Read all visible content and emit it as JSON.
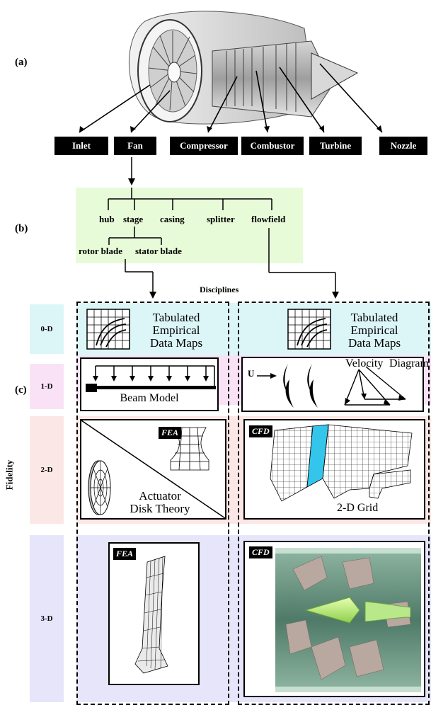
{
  "panels": {
    "a": "(a)",
    "b": "(b)",
    "c": "(c)"
  },
  "components": [
    "Inlet",
    "Fan",
    "Compressor",
    "Combustor",
    "Turbine",
    "Nozzle"
  ],
  "fan_tree": {
    "level1": [
      "hub",
      "stage",
      "casing",
      "splitter",
      "flowfield"
    ],
    "level2": [
      "rotor blade",
      "stator blade"
    ]
  },
  "disciplines_title": "Disciplines",
  "fidelity_title": "Fidelity",
  "fidelity_levels": [
    "0-D",
    "1-D",
    "2-D",
    "3-D"
  ],
  "left_column": {
    "map_text": [
      "Tabulated",
      "Empirical",
      "Data Maps"
    ],
    "beam_label": "Beam Model",
    "fea_tag": "FEA",
    "actuator_text": [
      "Actuator",
      "Disk Theory"
    ],
    "fea_tag_3d": "FEA"
  },
  "right_column": {
    "map_text": [
      "Tabulated",
      "Empirical",
      "Data Maps"
    ],
    "flow_label": "U",
    "velocity_label": "Velocity",
    "diagram_label": "Diagram",
    "cfd_tag": "CFD",
    "grid_label": "2-D Grid",
    "cfd_tag_3d": "CFD"
  },
  "colors": {
    "fan_tree_bg": "#e8fbd8",
    "band_0d": "#dcf6f8",
    "band_1d": "#f9e2f6",
    "band_2d": "#fbe8e6",
    "band_3d": "#e6e5fa",
    "blade_highlight": "#33c6ea",
    "cfd3d_bg": "#5e8a78",
    "cone": "#c9f08a"
  }
}
